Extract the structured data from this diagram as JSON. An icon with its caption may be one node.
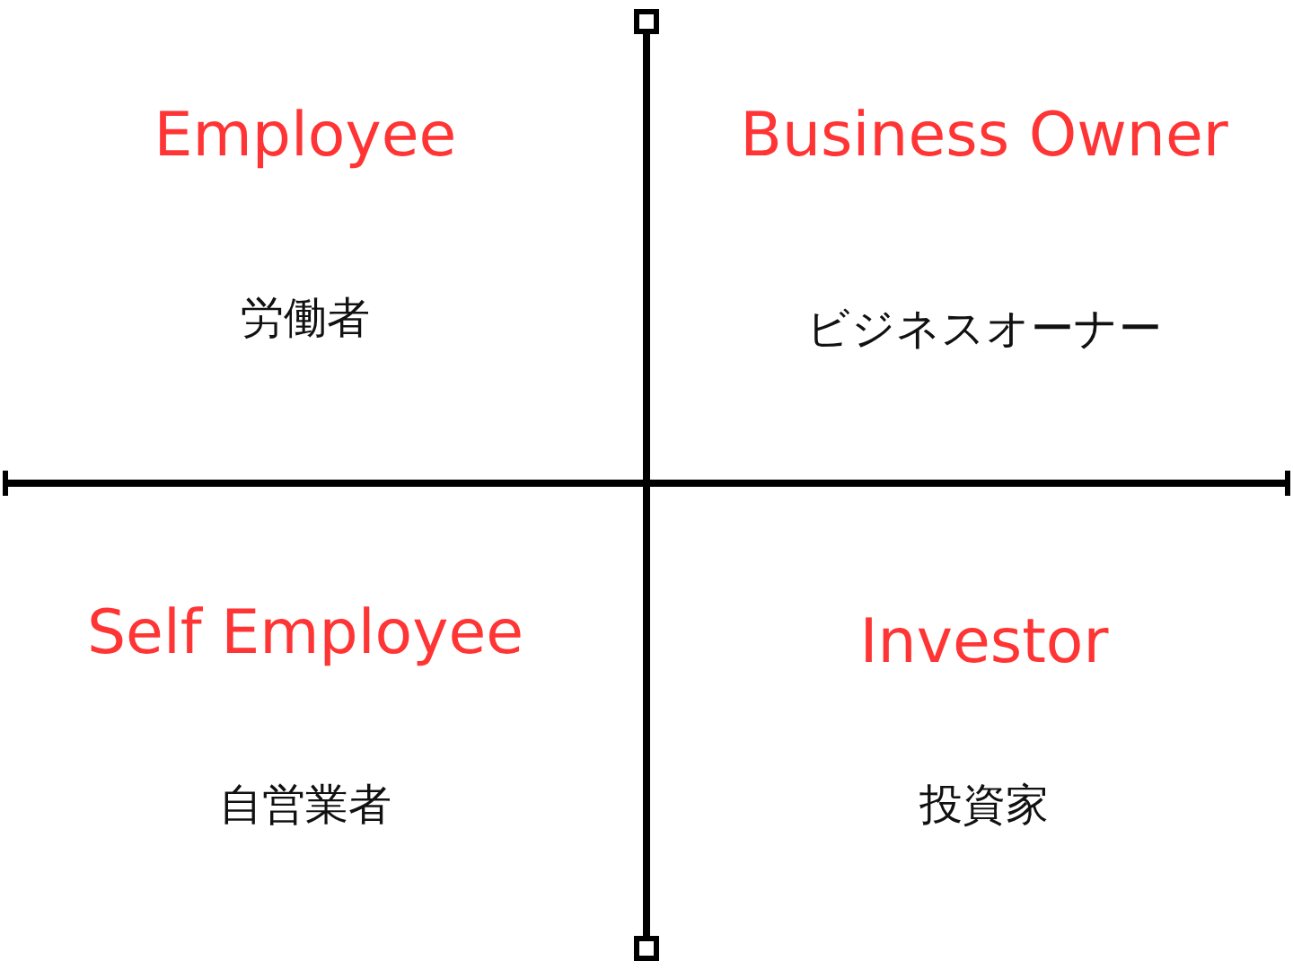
{
  "diagram": {
    "labels": [
      "Employee",
      "Business Owner",
      "労働者",
      "ビジネスオーナー",
      "Self Employee",
      "Investor",
      "自営業者",
      "投資家"
    ]
  }
}
